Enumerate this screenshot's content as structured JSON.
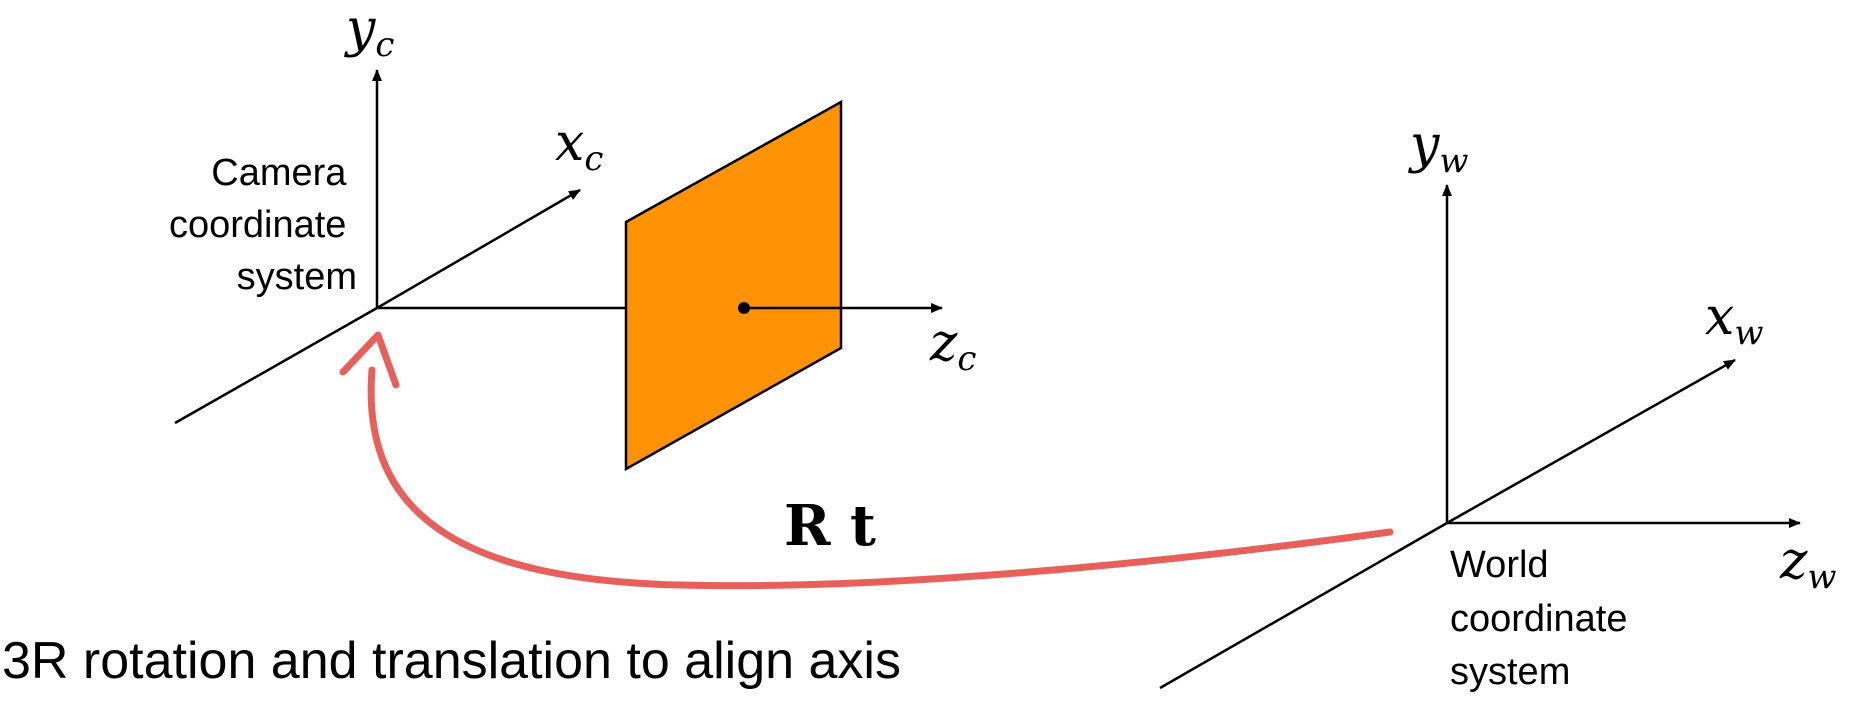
{
  "camera": {
    "axes": {
      "y": {
        "var": "y",
        "sub": "c"
      },
      "x": {
        "var": "x",
        "sub": "c"
      },
      "z": {
        "var": "z",
        "sub": "c"
      }
    },
    "label_lines": [
      "Camera",
      "coordinate",
      "system"
    ]
  },
  "world": {
    "axes": {
      "y": {
        "var": "y",
        "sub": "w"
      },
      "x": {
        "var": "x",
        "sub": "w"
      },
      "z": {
        "var": "z",
        "sub": "w"
      }
    },
    "label_lines": [
      "World",
      "coordinate",
      "system"
    ]
  },
  "transform_label": "R t",
  "caption": "3R rotation and translation to align axis",
  "colors": {
    "image_plane": "#ff9305",
    "transform_arrow": "#e8605a",
    "ink": "#000000"
  }
}
